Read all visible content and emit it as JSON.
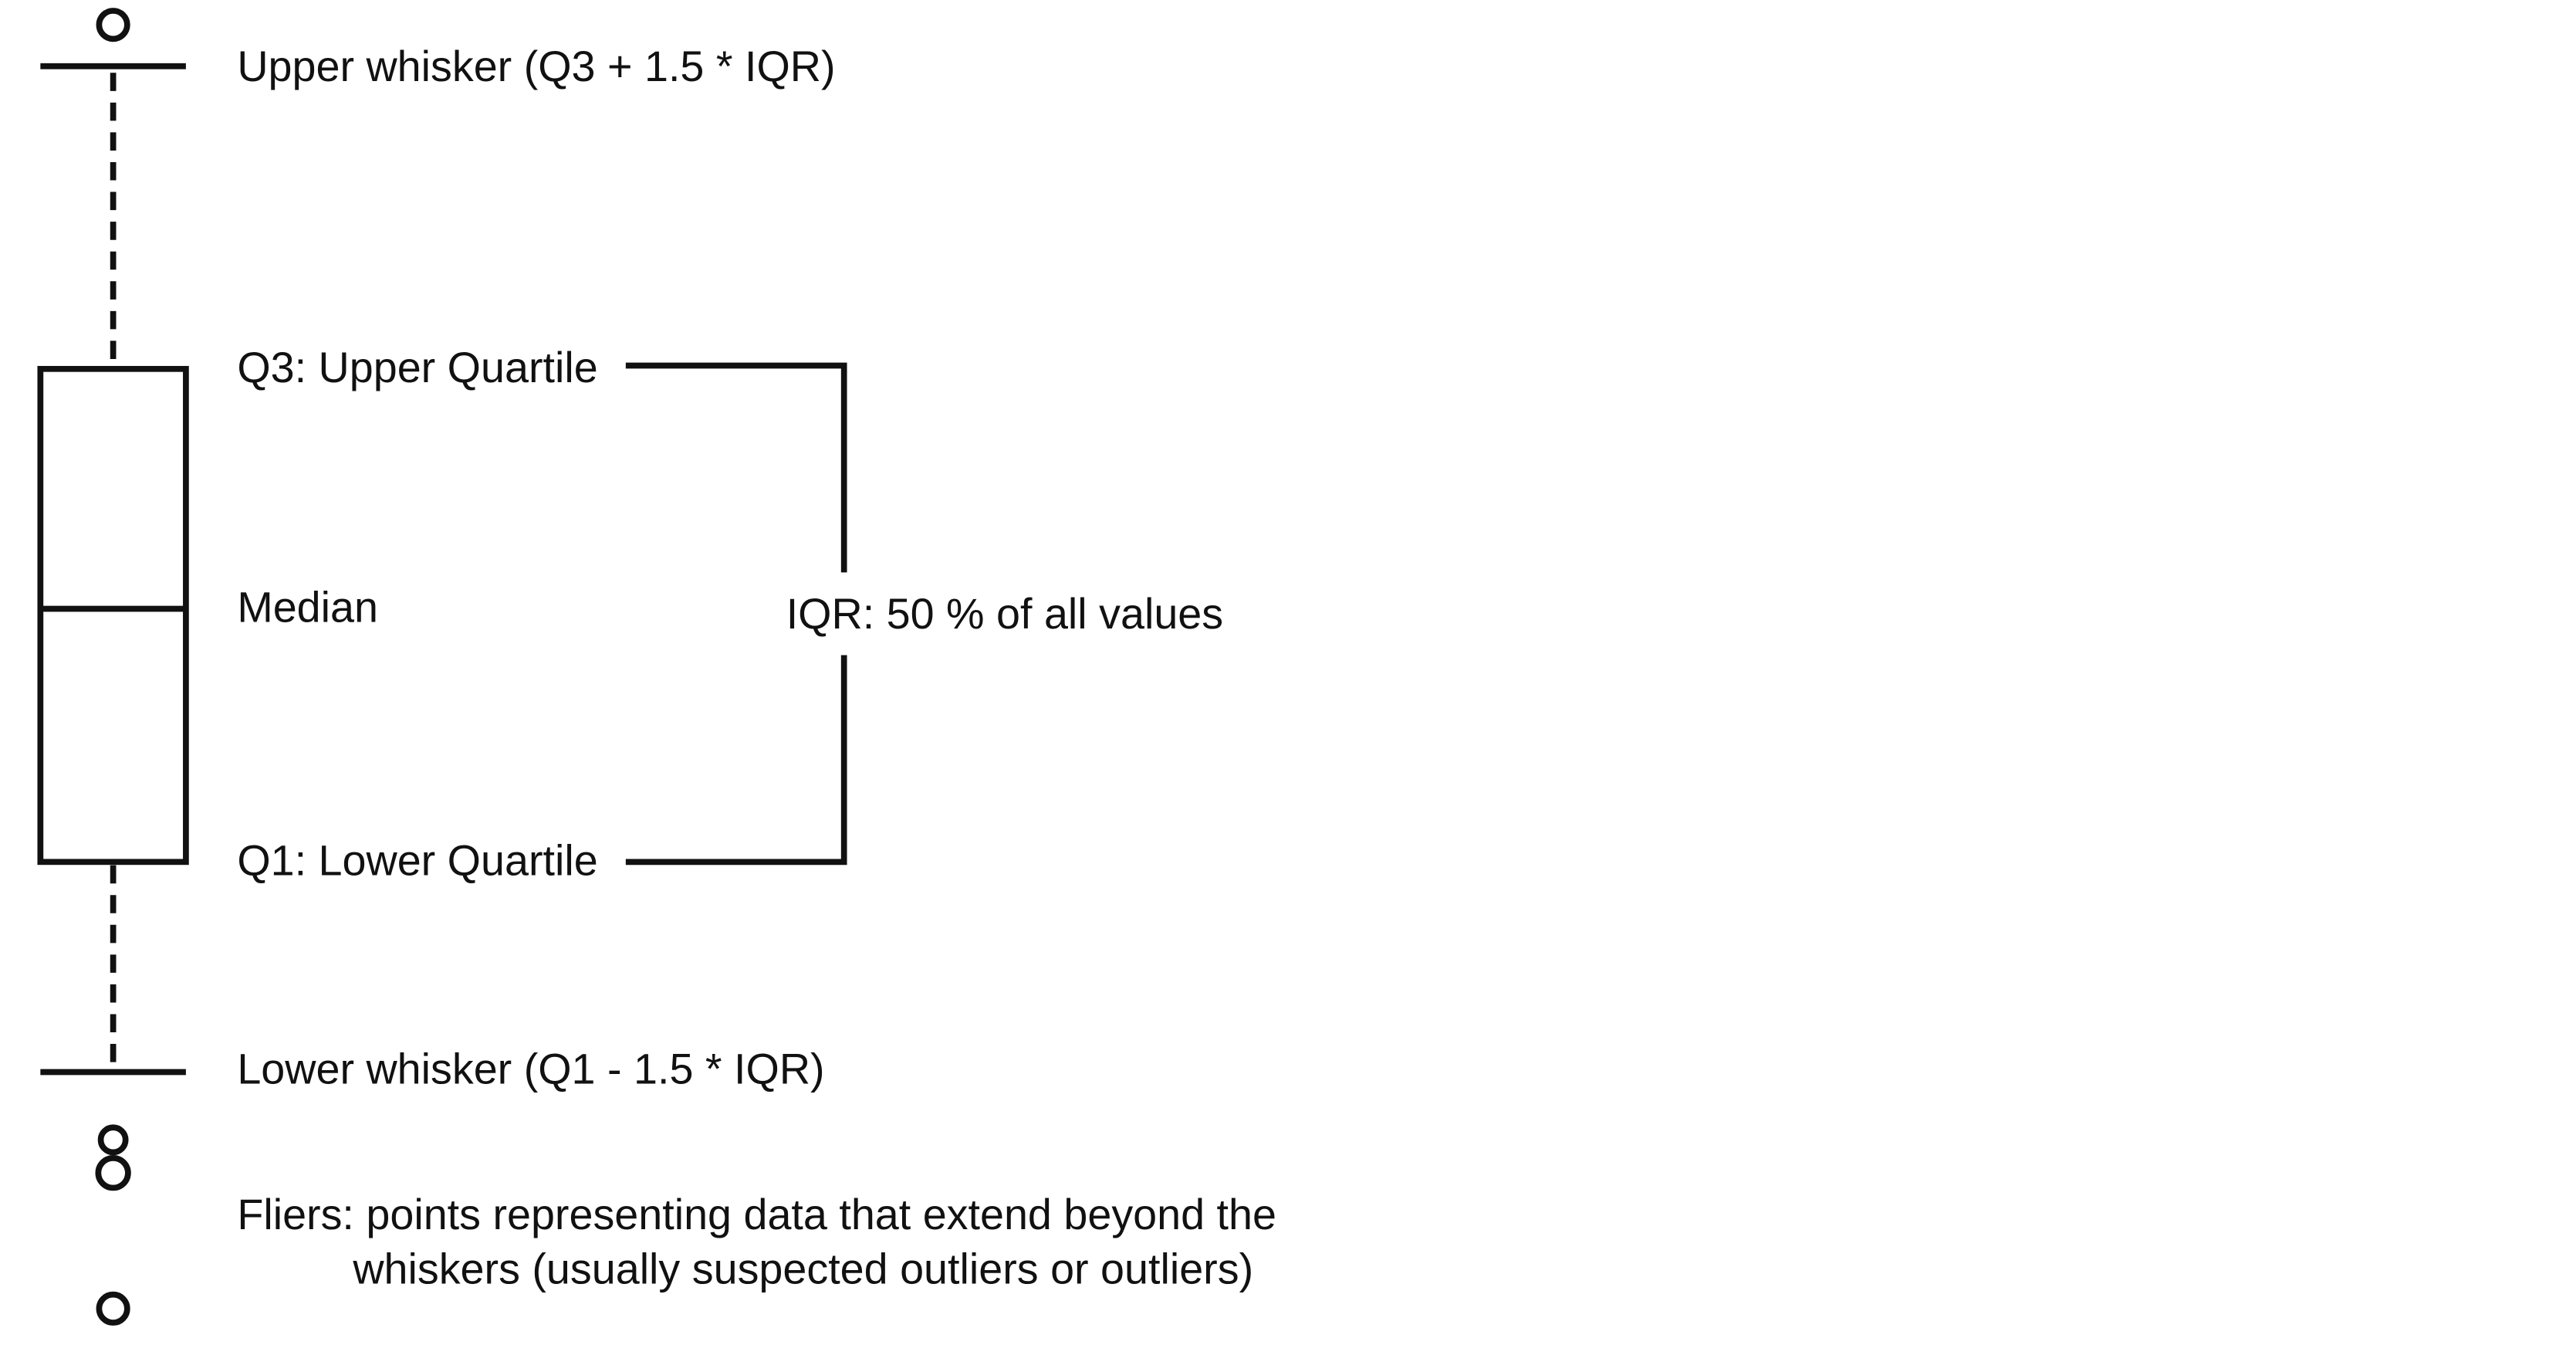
{
  "colors": {
    "ink": "#111111",
    "background": "#ffffff"
  },
  "labels": {
    "upper_whisker": "Upper whisker (Q3 + 1.5 * IQR)",
    "q3": "Q3: Upper Quartile",
    "median": "Median",
    "iqr": "IQR: 50 % of all values",
    "q1": "Q1: Lower Quartile",
    "lower_whisker": "Lower whisker (Q1 - 1.5 * IQR)",
    "fliers_line1": "Fliers: points representing data that extend beyond the",
    "fliers_line2": "whiskers (usually suspected outliers or outliers)"
  },
  "icons": {
    "outlier_point": "hollow-circle",
    "whisker_line": "dashed-line"
  }
}
